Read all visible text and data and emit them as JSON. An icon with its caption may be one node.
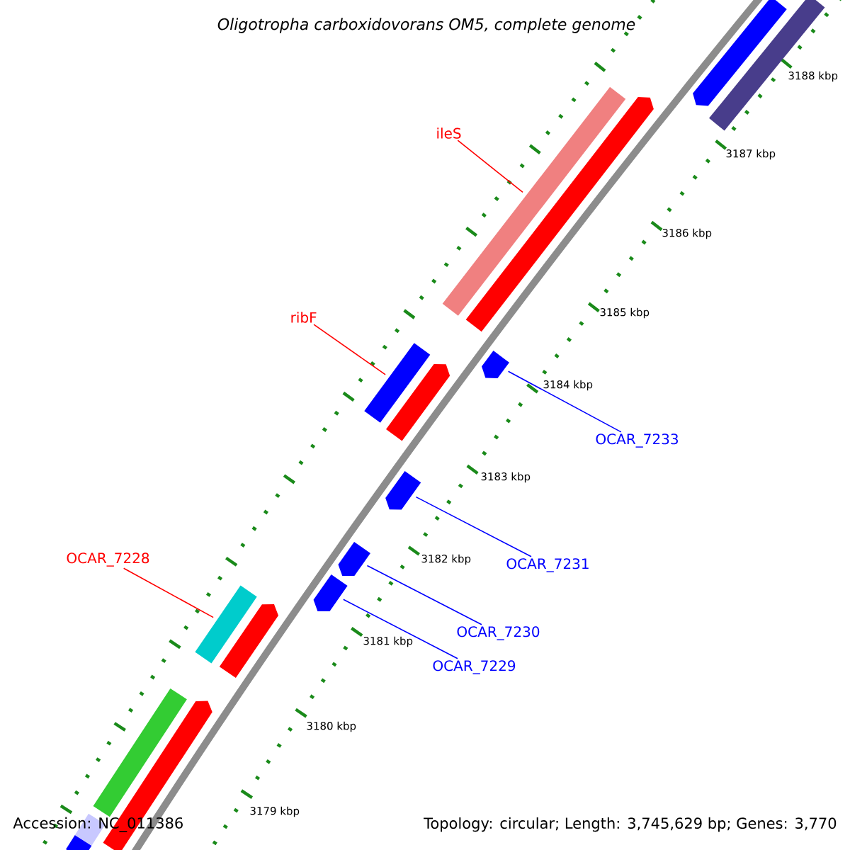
{
  "diagram": {
    "title": "Oligotropha carboxidovorans OM5, complete genome",
    "nodes": [
      {
        "text": [
          "ileS"
        ]
      },
      {
        "text": [],
        "shape": "bar"
      },
      {
        "text": [
          "ribF"
        ]
      },
      {
        "text": [],
        "shape": "bar"
      },
      {
        "text": [
          "OCAR_7233"
        ]
      },
      {
        "text": [],
        "shape": "bar"
      },
      {
        "text": [
          "OCAR_7231"
        ]
      },
      {
        "text": [],
        "shape": "bar"
      },
      {
        "text": [
          "OCAR_7228"
        ]
      },
      {
        "text": [],
        "shape": "bar"
      },
      {
        "text": [
          "OCAR_7230"
        ]
      },
      {
        "text": [],
        "shape": "bar"
      },
      {
        "text": [
          "OCAR_7229"
        ]
      },
      {
        "text": [],
        "shape": "bar"
      },
      {
        "text": [],
        "shape": "bar"
      },
      {
        "text": [],
        "shape": "bar"
      },
      {
        "text": [],
        "shape": "bar"
      },
      {
        "text": [],
        "shape": "bar"
      },
      {
        "text": [],
        "shape": "bar"
      },
      {
        "text": [],
        "shape": "bar"
      },
      {
        "text": [],
        "shape": "bar"
      },
      {
        "text": [],
        "shape": "bar"
      },
      {
        "text": [],
        "shape": "bar"
      }
    ],
    "edges": [
      {
        "from": 0,
        "to": 1,
        "arrow": "none",
        "color": "#ff0000"
      },
      {
        "from": 2,
        "to": 3,
        "arrow": "none",
        "color": "#ff0000"
      },
      {
        "from": 4,
        "to": 5,
        "arrow": "none"
      },
      {
        "from": 6,
        "to": 7,
        "arrow": "none"
      },
      {
        "from": 8,
        "to": 9,
        "arrow": "none",
        "color": "#ff0000"
      },
      {
        "from": 10,
        "to": 11,
        "arrow": "none"
      },
      {
        "from": 12,
        "to": 13,
        "arrow": "none"
      }
    ],
    "labels": [
      "3188 kbp",
      "3187 kbp",
      "3186 kbp",
      "3185 kbp",
      "3184 kbp",
      "3183 kbp",
      "3182 kbp",
      "3181 kbp",
      "3180 kbp",
      "3179 kbp",
      "Accession: NC_011386",
      "Topology: circular; Length: 3,745,629 bp; Genes: 3,770"
    ]
  }
}
